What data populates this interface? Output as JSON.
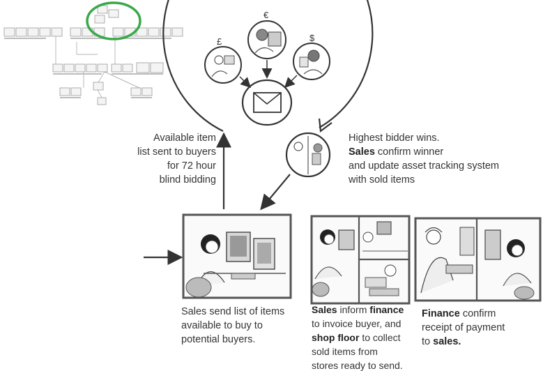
{
  "overview": {
    "description_hidden": true
  },
  "currency": {
    "pound": "£",
    "euro": "€",
    "dollar": "$"
  },
  "captions": {
    "available_item": "Available item\nlist sent to buyers\nfor 72 hour\nblind bidding",
    "highest_bidder_1": "Highest bidder wins.",
    "highest_bidder_bold": "Sales",
    "highest_bidder_2": " confirm winner",
    "highest_bidder_3": "and update asset tracking system\nwith sold items",
    "sales_send": "Sales  send list of items\navailable to buy to\npotential buyers.",
    "inform_bold1": "Sales",
    "inform_t1": " inform ",
    "inform_bold2": "finance",
    "inform_t2": "\nto invoice buyer, and\n",
    "inform_bold3": "shop floor",
    "inform_t3": " to collect\nsold items from\nstores ready to send.",
    "finance_bold1": "Finance",
    "finance_t1": " confirm\nreceipt of payment\nto ",
    "finance_bold2": "sales."
  },
  "colors": {
    "highlight_ring": "#3aa84a",
    "frame": "#555555",
    "line": "#333333"
  }
}
